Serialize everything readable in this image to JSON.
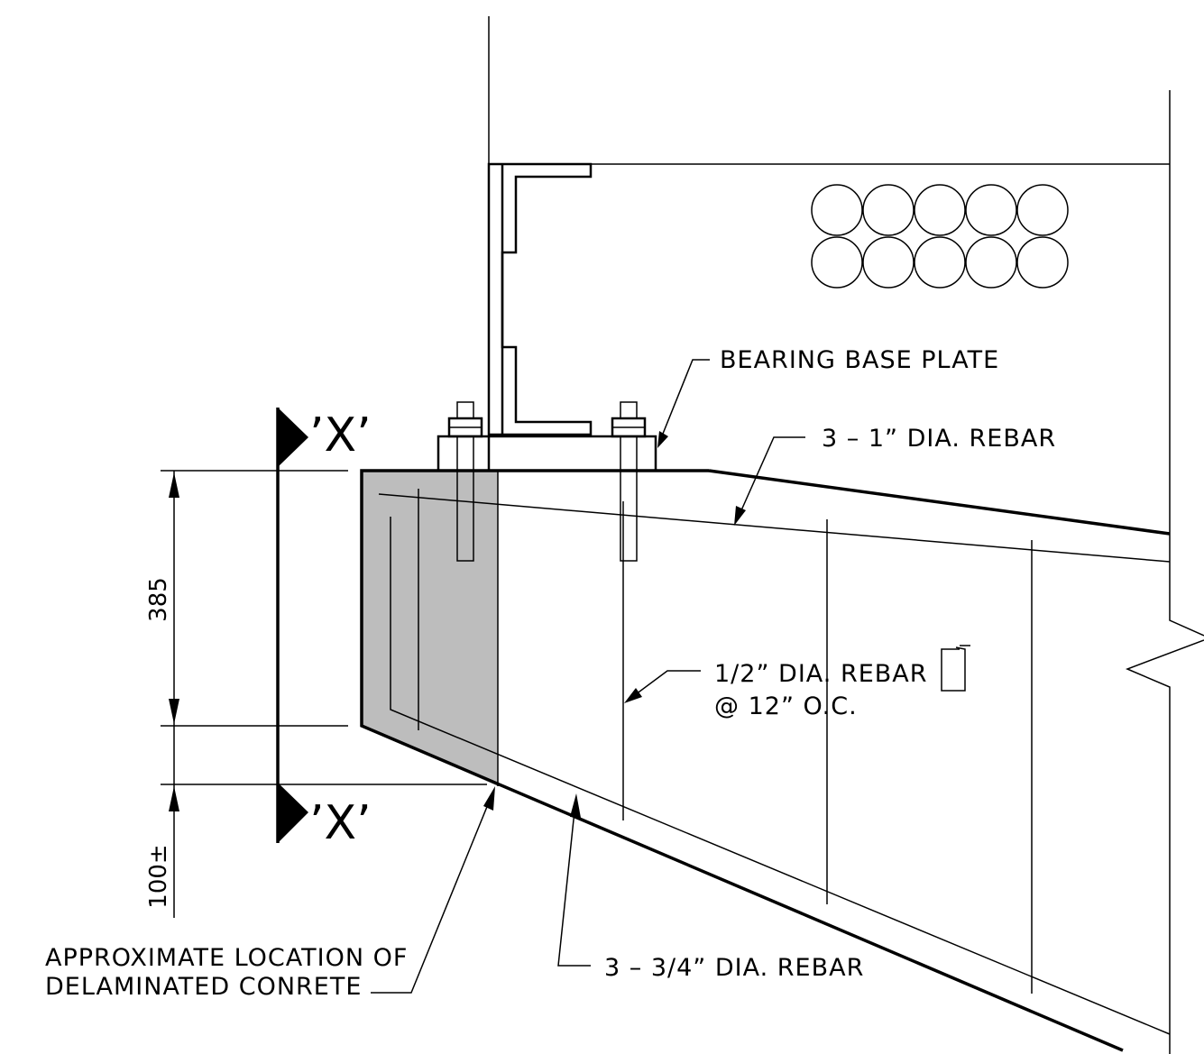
{
  "labels": {
    "bearing_base_plate": "BEARING BASE PLATE",
    "rebar_top": "3 – 1” DIA. REBAR",
    "rebar_stirrup_line1": "1/2” DIA. REBAR",
    "rebar_stirrup_line2": "@ 12” O.C.",
    "rebar_bottom": "3 – 3/4” DIA. REBAR",
    "delam_line1": "APPROXIMATE LOCATION OF",
    "delam_line2": "DELAMINATED CONRETE"
  },
  "section": {
    "top_label": "’X’",
    "bottom_label": "’X’"
  },
  "dimensions": {
    "upper": "385",
    "lower": "100±"
  },
  "colors": {
    "delaminated_fill": "#bdbdbd",
    "line": "#000000"
  }
}
